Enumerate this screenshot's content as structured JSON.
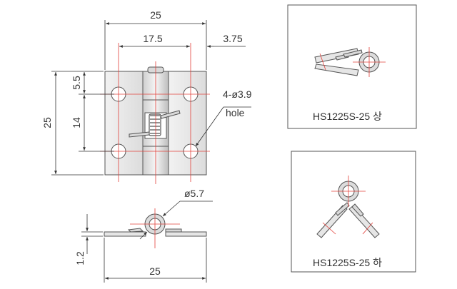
{
  "front_view": {
    "dim_total_width": "25",
    "dim_hole_span": "17.5",
    "dim_edge_offset": "3.75",
    "dim_total_height": "25",
    "dim_top_offset": "5.5",
    "dim_hole_pitch": "14",
    "hole_callout_count_dia": "4-ø3.9",
    "hole_callout_word": "hole"
  },
  "side_view": {
    "dim_knuckle_dia": "ø5.7",
    "dim_thickness": "1.2",
    "dim_width": "25"
  },
  "detail_upper": {
    "label": "HS1225S-25 상"
  },
  "detail_lower": {
    "label": "HS1225S-25 하"
  },
  "colors": {
    "centerline": "#e2403a",
    "leaf_fill": "#e6e6e6",
    "line": "#333333"
  }
}
